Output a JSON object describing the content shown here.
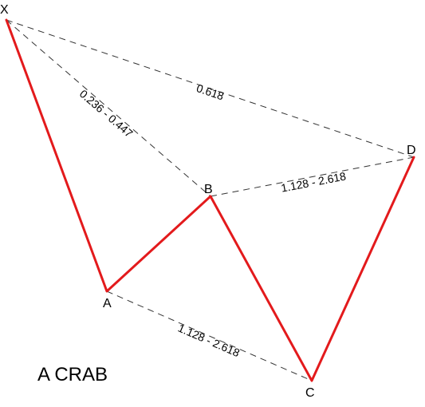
{
  "title": "A CRAB",
  "points": {
    "X": "X",
    "A": "A",
    "B": "B",
    "C": "C",
    "D": "D"
  },
  "ratios": {
    "xb": "0.236 - 0.447",
    "xd": "0.618",
    "bd": "1.128 - 2.618",
    "ac": "1.128 - 2.618"
  },
  "colors": {
    "leg": "#e31a1c",
    "ratio_line": "#333333"
  }
}
